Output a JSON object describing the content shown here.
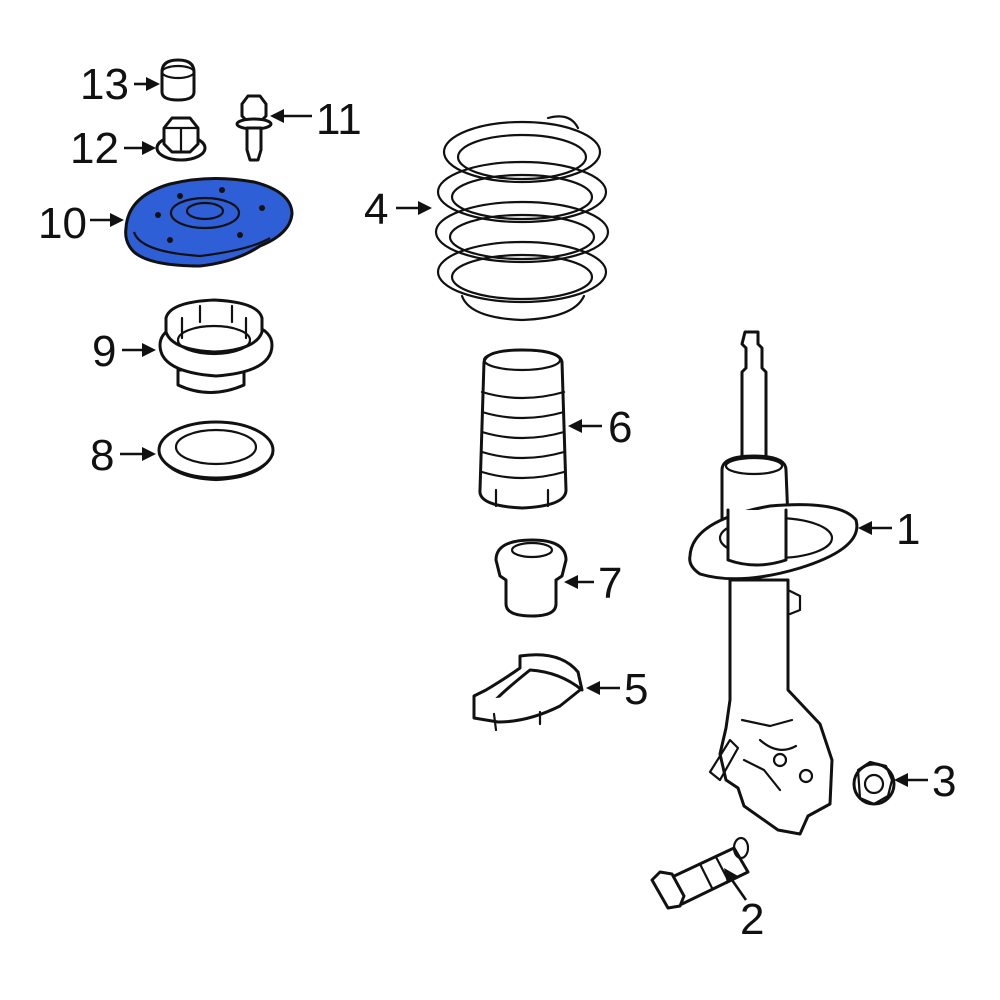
{
  "highlight_color": "#2f5fd6",
  "callouts": {
    "c1": "1",
    "c2": "2",
    "c3": "3",
    "c4": "4",
    "c5": "5",
    "c6": "6",
    "c7": "7",
    "c8": "8",
    "c9": "9",
    "c10": "10",
    "c11": "11",
    "c12": "12",
    "c13": "13"
  },
  "highlighted_part": "10"
}
